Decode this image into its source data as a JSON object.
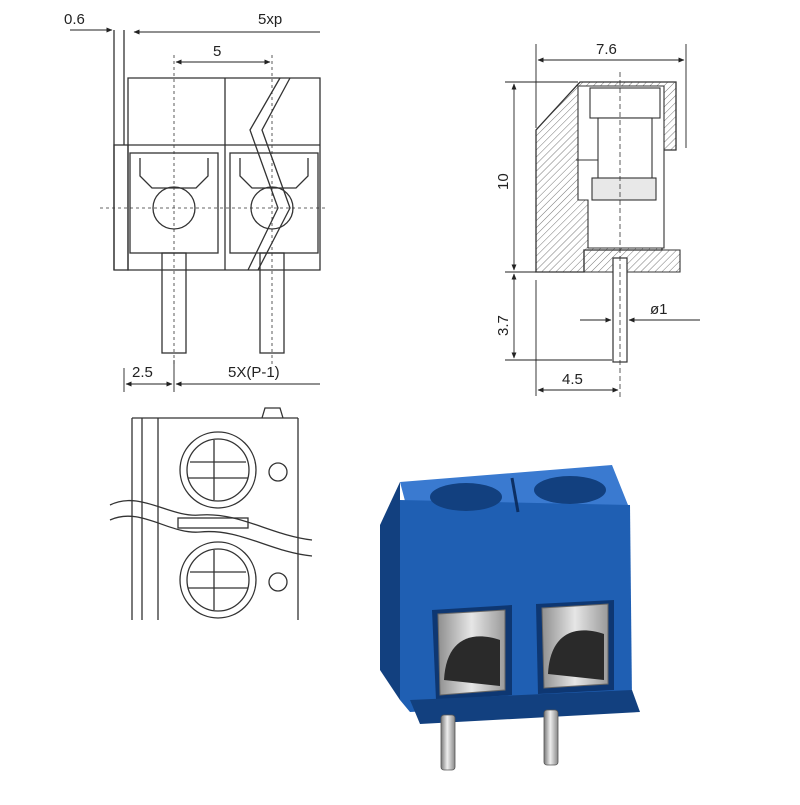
{
  "front_view": {
    "dims": {
      "lead_offset": "0.6",
      "total_width": "5xp",
      "pitch": "5",
      "edge_to_pin": "2.5",
      "pin_span": "5X(P-1)"
    }
  },
  "side_view": {
    "dims": {
      "depth": "7.6",
      "height": "10",
      "pin_length": "3.7",
      "pin_diameter": "ø1",
      "pin_position": "4.5"
    }
  },
  "photo": {
    "body_color": "#1f5fb3",
    "shadow_color": "#12407f",
    "highlight_color": "#3a7ad0",
    "metal_color": "#c9c9c9"
  }
}
